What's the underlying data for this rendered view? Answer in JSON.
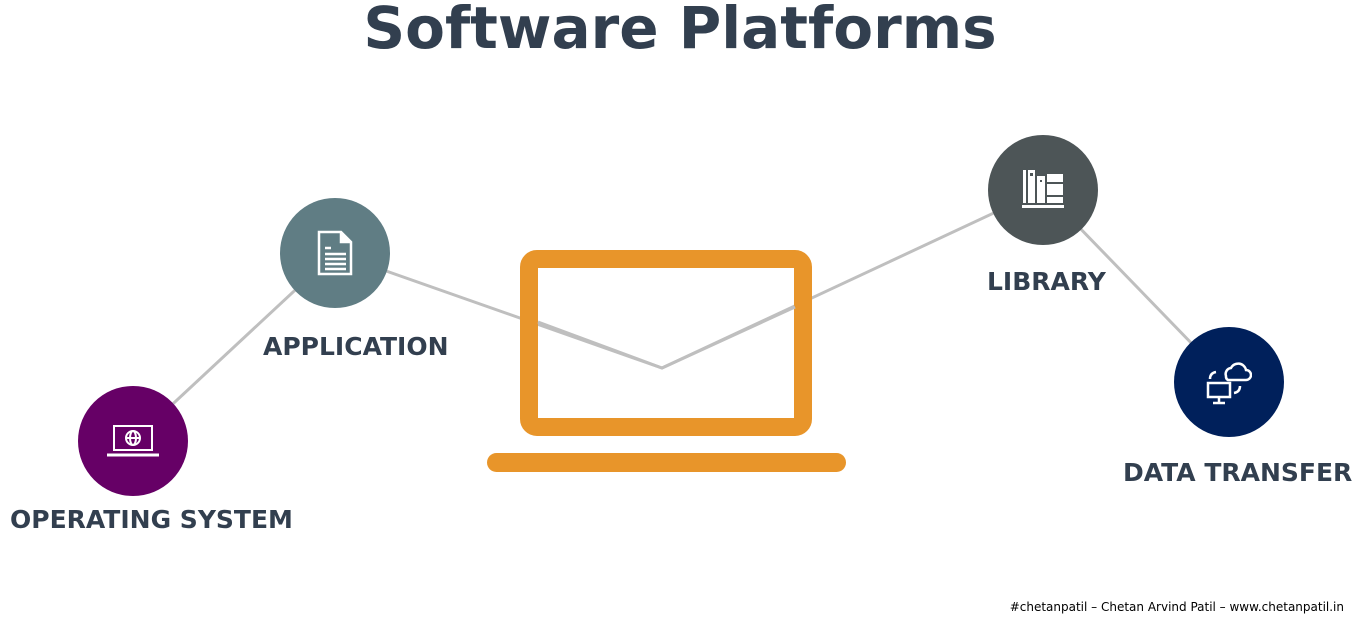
{
  "title": "Software Platforms",
  "nodes": [
    {
      "label": "OPERATING SYSTEM",
      "icon": "laptop-globe-icon",
      "color": "#660066"
    },
    {
      "label": "APPLICATION",
      "icon": "document-icon",
      "color": "#607d84"
    },
    {
      "label": "LIBRARY",
      "icon": "books-icon",
      "color": "#4d5557"
    },
    {
      "label": "DATA TRANSFER",
      "icon": "cloud-sync-icon",
      "color": "#00205b"
    }
  ],
  "laptop_color": "#e8952a",
  "line_color": "#bfbfbf",
  "footer": "#chetanpatil – Chetan Arvind Patil – www.chetanpatil.in"
}
